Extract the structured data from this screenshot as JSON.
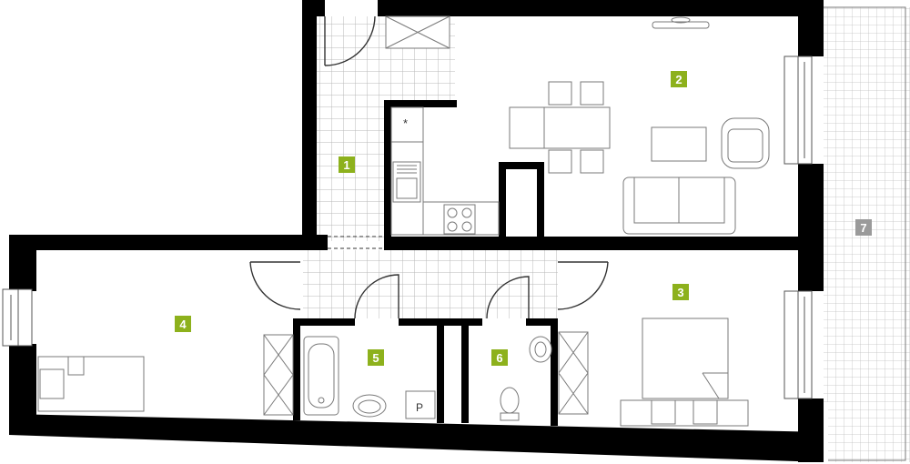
{
  "colors": {
    "wall": "#000000",
    "room_badge": "#8db11c",
    "terrace_badge": "#9a9a9a",
    "tile_line": "#b8b8b8",
    "furniture_stroke": "#7a7a7a"
  },
  "rooms": [
    {
      "id": "1",
      "label": "1",
      "badge": "room_badge"
    },
    {
      "id": "2",
      "label": "2",
      "badge": "room_badge"
    },
    {
      "id": "3",
      "label": "3",
      "badge": "room_badge"
    },
    {
      "id": "4",
      "label": "4",
      "badge": "room_badge"
    },
    {
      "id": "5",
      "label": "5",
      "badge": "room_badge"
    },
    {
      "id": "6",
      "label": "6",
      "badge": "room_badge"
    },
    {
      "id": "7",
      "label": "7",
      "badge": "terrace_badge"
    }
  ],
  "fixtures": {
    "fridge_mark": "*",
    "parking_mark": "P"
  }
}
